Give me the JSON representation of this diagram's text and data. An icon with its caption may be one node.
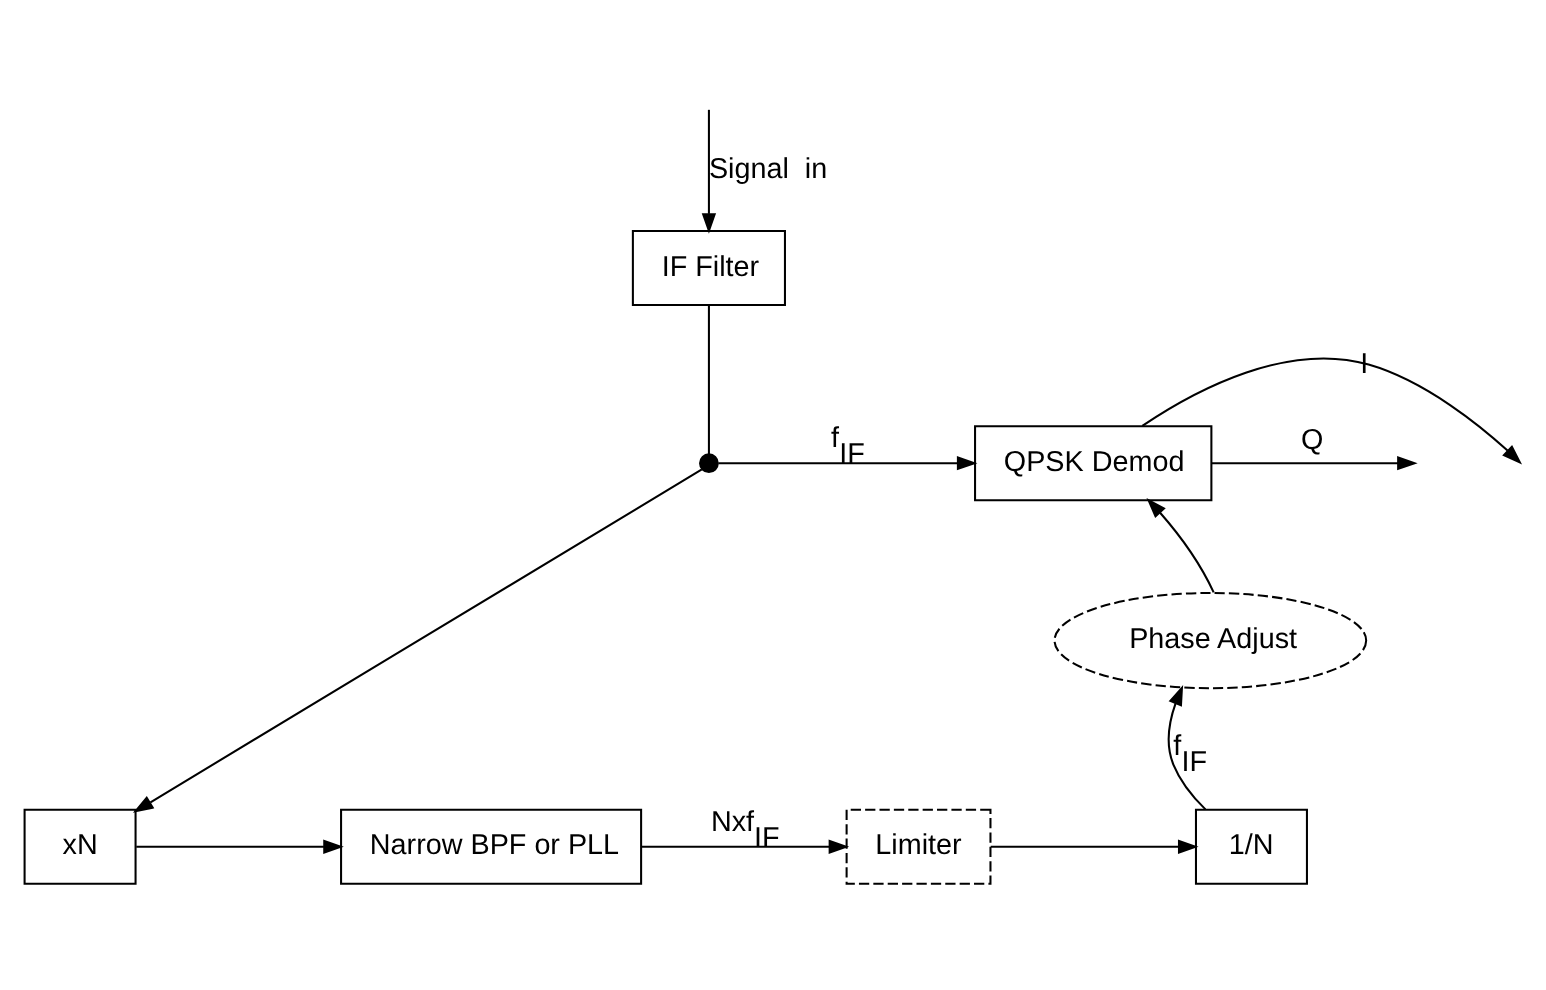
{
  "diagram": {
    "nodes": [
      {
        "text": [
          "IF Filter"
        ]
      },
      {
        "text": [],
        "shape": "circle"
      },
      {
        "text": [
          "QPSK Demod"
        ]
      },
      {
        "text": [
          "xN"
        ]
      },
      {
        "text": [
          "Narrow BPF or PLL"
        ]
      },
      {
        "text": [
          "Limiter"
        ]
      },
      {
        "text": [
          "1/N"
        ]
      },
      {
        "text": [
          "Phase Adjust"
        ]
      }
    ],
    "edges": [
      {
        "from": null,
        "to": 0,
        "arrow": "to",
        "label": "Signal  in"
      },
      {
        "from": 0,
        "to": 1,
        "arrow": "none"
      },
      {
        "from": 1,
        "to": 2,
        "arrow": "to",
        "label": "f$_{IF}$"
      },
      {
        "from": 1,
        "to": 3,
        "arrow": "to"
      },
      {
        "from": 3,
        "to": 4,
        "arrow": "to"
      },
      {
        "from": 4,
        "to": 5,
        "arrow": "to",
        "label": "Nxf$_{IF}$"
      },
      {
        "from": 5,
        "to": 6,
        "arrow": "to"
      },
      {
        "from": 6,
        "to": 7,
        "arrow": "to",
        "label": "f$_{IF}$"
      },
      {
        "from": 7,
        "to": 2,
        "arrow": "to"
      },
      {
        "from": 2,
        "to": null,
        "arrow": "to",
        "label": "I"
      },
      {
        "from": 2,
        "to": null,
        "arrow": "to",
        "label": "Q"
      }
    ]
  }
}
